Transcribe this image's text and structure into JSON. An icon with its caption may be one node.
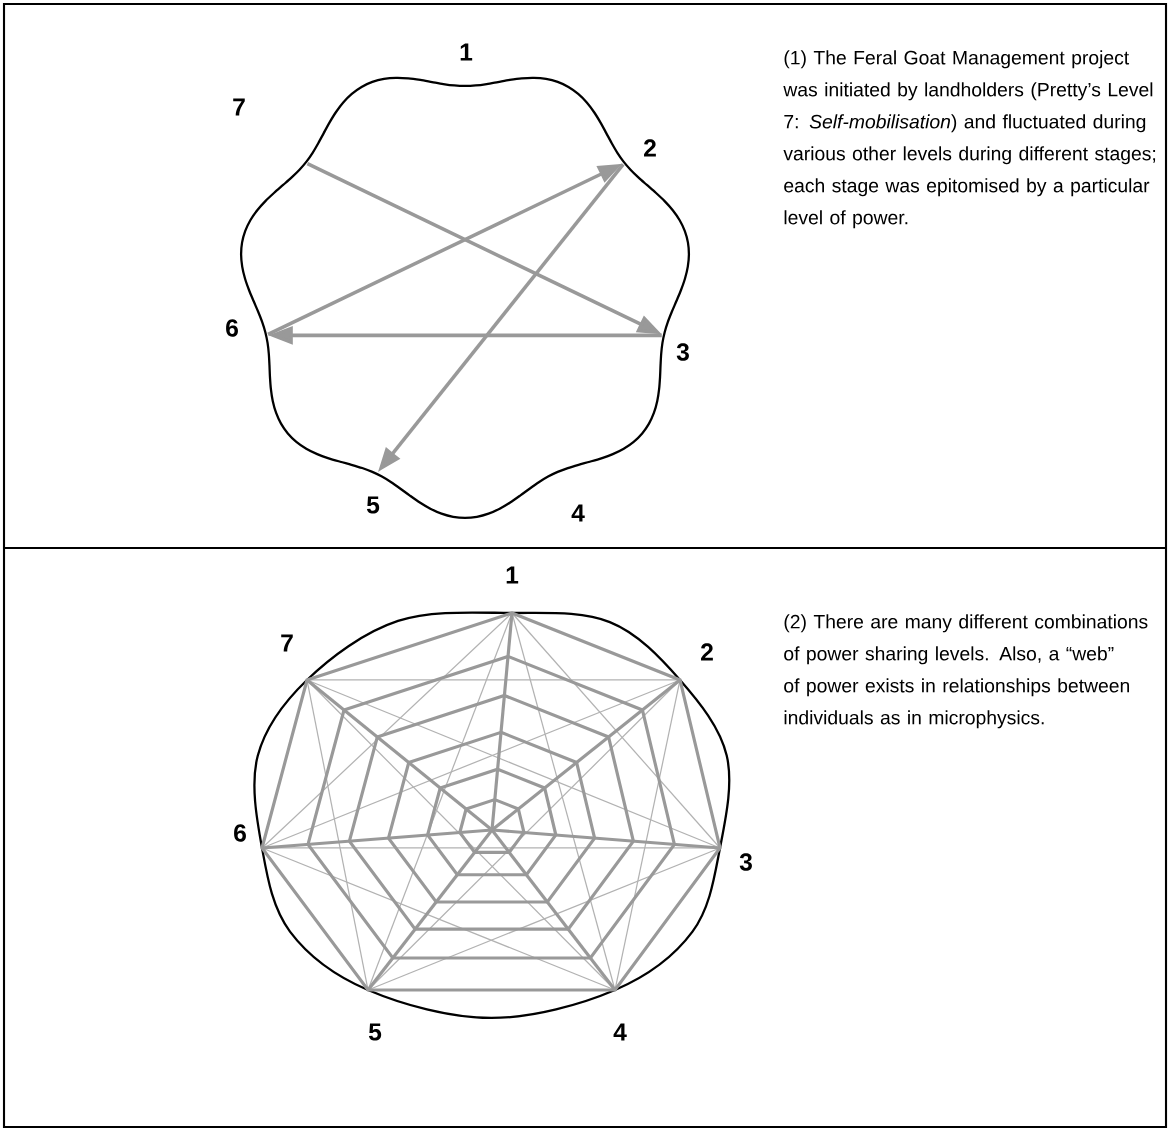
{
  "diagram": {
    "nodes": [
      {
        "text": [
          "1"
        ]
      },
      {
        "text": [
          "2"
        ]
      },
      {
        "text": [
          "3"
        ]
      },
      {
        "text": [
          "4"
        ]
      },
      {
        "text": [
          "5"
        ]
      },
      {
        "text": [
          "6"
        ]
      },
      {
        "text": [
          "7"
        ]
      }
    ],
    "edges": [
      {
        "from": 6,
        "to": 2,
        "arrow": "to"
      },
      {
        "from": 2,
        "to": 5,
        "arrow": "to"
      },
      {
        "from": 5,
        "to": 1,
        "arrow": "to"
      },
      {
        "from": 1,
        "to": 4,
        "arrow": "to"
      }
    ],
    "labels": [
      "(1) The Feral Goat Management project was initiated by landholders (Pretty’s Level 7: *Self-mobilisation*) and fluctuated during various other levels during different stages; each stage was epitomised by a particular level of power.",
      "1",
      "2",
      "3",
      "4",
      "5",
      "6",
      "7",
      "(2) There are many different combinations of power sharing levels. Also, a “web” of power exists in relationships between individuals as in microphysics."
    ]
  }
}
